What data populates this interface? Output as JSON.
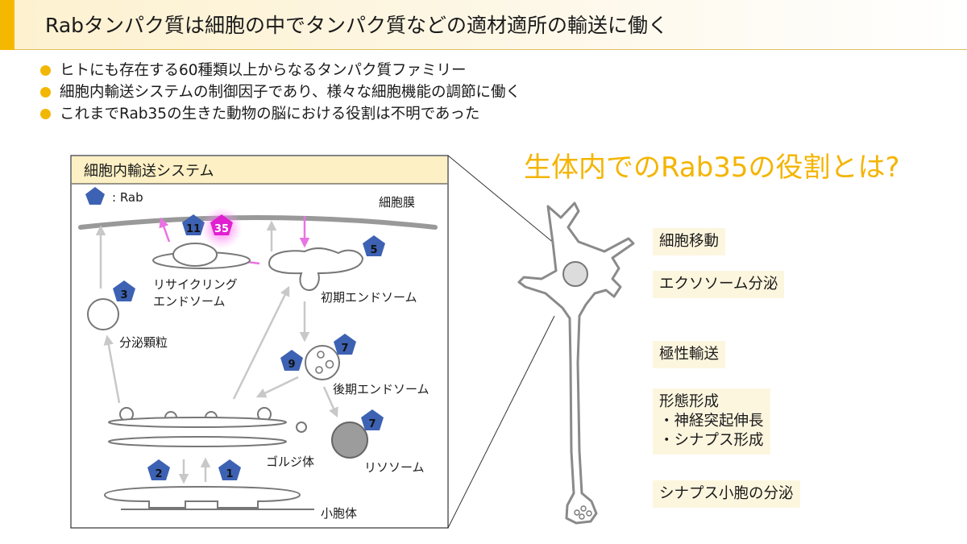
{
  "title": "Rabタンパク質は細胞の中でタンパク質などの適材適所の輸送に働く",
  "bullets": [
    "ヒトにも存在する60種類以上からなるタンパク質ファミリー",
    "細胞内輸送システムの制御因子であり、様々な細胞機能の調節に働く",
    "これまでRab35の生きた動物の脳における役割は不明であった"
  ],
  "panel": {
    "title": "細胞内輸送システム",
    "legend": ": Rab",
    "membrane": "細胞膜",
    "recycling_line1": "リサイクリング",
    "recycling_line2": "エンドソーム",
    "early": "初期エンドソーム",
    "secretory": "分泌顆粒",
    "late": "後期エンドソーム",
    "golgi": "ゴルジ体",
    "lysosome": "リソソーム",
    "er": "小胞体",
    "rabs": {
      "r11": "11",
      "r35": "35",
      "r5": "5",
      "r3": "3",
      "r9": "9",
      "r7a": "7",
      "r7b": "7",
      "r2": "2",
      "r1": "1"
    }
  },
  "question": "生体内でのRab35の役割とは?",
  "functions": {
    "migration": "細胞移動",
    "exosome": "エクソソーム分泌",
    "polarity": "極性輸送",
    "morph_title": "形態形成",
    "morph_item1": "・神経突起伸長",
    "morph_item2": "・シナプス形成",
    "synaptic": "シナプス小胞の分泌"
  },
  "colors": {
    "accent": "#f5b800",
    "rab": "#3d62b3",
    "rab35": "#e020d0",
    "arrow_pink": "#ea73e3",
    "arrow_gray": "#c8c8c8",
    "question": "#f4b400"
  }
}
